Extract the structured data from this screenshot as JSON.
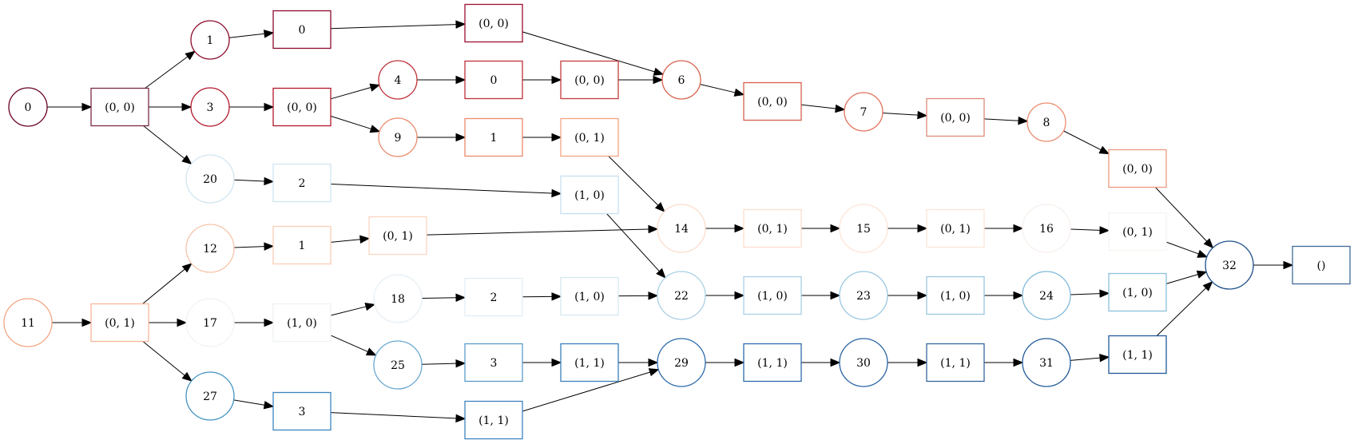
{
  "diagram": {
    "type": "directed-graph",
    "nodes": [
      {
        "id": "c0",
        "shape": "circle",
        "label": "0",
        "color": "#67001f"
      },
      {
        "id": "b0",
        "shape": "box",
        "label": "(0, 0)",
        "color": "#7b2a45"
      },
      {
        "id": "c1",
        "shape": "circle",
        "label": "1",
        "color": "#8b0a2b"
      },
      {
        "id": "c3",
        "shape": "circle",
        "label": "3",
        "color": "#b2182b"
      },
      {
        "id": "c20",
        "shape": "circle",
        "label": "20",
        "color": "#d1e5f0"
      },
      {
        "id": "bA0",
        "shape": "box",
        "label": "0",
        "color": "#8b0a2b"
      },
      {
        "id": "bA1",
        "shape": "box",
        "label": "(0, 0)",
        "color": "#b2182b"
      },
      {
        "id": "bA2",
        "shape": "box",
        "label": "2",
        "color": "#d1e5f0"
      },
      {
        "id": "bB0",
        "shape": "box",
        "label": "(0, 0)",
        "color": "#9e0f2f"
      },
      {
        "id": "c4",
        "shape": "circle",
        "label": "4",
        "color": "#c0313a"
      },
      {
        "id": "c9",
        "shape": "circle",
        "label": "9",
        "color": "#ea8a6c"
      },
      {
        "id": "bC0",
        "shape": "box",
        "label": "0",
        "color": "#c0313a"
      },
      {
        "id": "bC1",
        "shape": "box",
        "label": "1",
        "color": "#ea8a6c"
      },
      {
        "id": "bD0",
        "shape": "box",
        "label": "(0, 0)",
        "color": "#c43c3c"
      },
      {
        "id": "bD1",
        "shape": "box",
        "label": "(0, 1)",
        "color": "#f4a582"
      },
      {
        "id": "bD2",
        "shape": "box",
        "label": "(1, 0)",
        "color": "#c6e0ef"
      },
      {
        "id": "c6",
        "shape": "circle",
        "label": "6",
        "color": "#d6604d"
      },
      {
        "id": "bE0",
        "shape": "box",
        "label": "(0, 0)",
        "color": "#d6604d"
      },
      {
        "id": "c7",
        "shape": "circle",
        "label": "7",
        "color": "#e0705a"
      },
      {
        "id": "bF0",
        "shape": "box",
        "label": "(0, 0)",
        "color": "#e08a7a"
      },
      {
        "id": "c8",
        "shape": "circle",
        "label": "8",
        "color": "#ea8a6c"
      },
      {
        "id": "bG0",
        "shape": "box",
        "label": "(0, 0)",
        "color": "#ee9a80"
      },
      {
        "id": "c11",
        "shape": "circle",
        "label": "11",
        "color": "#f4a582"
      },
      {
        "id": "b01",
        "shape": "box",
        "label": "(0, 1)",
        "color": "#f7b799"
      },
      {
        "id": "c12",
        "shape": "circle",
        "label": "12",
        "color": "#f7c4a8"
      },
      {
        "id": "c17",
        "shape": "circle",
        "label": "17",
        "color": "#f2f2f2"
      },
      {
        "id": "c27",
        "shape": "circle",
        "label": "27",
        "color": "#4393c3"
      },
      {
        "id": "bH1",
        "shape": "box",
        "label": "1",
        "color": "#f9cdb4"
      },
      {
        "id": "bH10",
        "shape": "box",
        "label": "(1, 0)",
        "color": "#eef2f5"
      },
      {
        "id": "bH3",
        "shape": "box",
        "label": "3",
        "color": "#3d85c0"
      },
      {
        "id": "bI01",
        "shape": "box",
        "label": "(0, 1)",
        "color": "#fbd6c2"
      },
      {
        "id": "c18",
        "shape": "circle",
        "label": "18",
        "color": "#e6eff5"
      },
      {
        "id": "c25",
        "shape": "circle",
        "label": "25",
        "color": "#6aa8d0"
      },
      {
        "id": "bJ2",
        "shape": "box",
        "label": "2",
        "color": "#e2edf4"
      },
      {
        "id": "bJ3",
        "shape": "box",
        "label": "3",
        "color": "#5a9dca"
      },
      {
        "id": "bJ11",
        "shape": "box",
        "label": "(1, 1)",
        "color": "#3a7fbb"
      },
      {
        "id": "bK10",
        "shape": "box",
        "label": "(1, 0)",
        "color": "#d6e8f2"
      },
      {
        "id": "bK11",
        "shape": "box",
        "label": "(1, 1)",
        "color": "#3d84bf"
      },
      {
        "id": "c14",
        "shape": "circle",
        "label": "14",
        "color": "#fbdccb"
      },
      {
        "id": "c22",
        "shape": "circle",
        "label": "22",
        "color": "#a9d0e6"
      },
      {
        "id": "c29",
        "shape": "circle",
        "label": "29",
        "color": "#2d6bab"
      },
      {
        "id": "bL01",
        "shape": "box",
        "label": "(0, 1)",
        "color": "#fcdecd"
      },
      {
        "id": "bL10",
        "shape": "box",
        "label": "(1, 0)",
        "color": "#a9d0e6"
      },
      {
        "id": "bL11",
        "shape": "box",
        "label": "(1, 1)",
        "color": "#2d6bab"
      },
      {
        "id": "c15",
        "shape": "circle",
        "label": "15",
        "color": "#fce4d6"
      },
      {
        "id": "c23",
        "shape": "circle",
        "label": "23",
        "color": "#9ac7e0"
      },
      {
        "id": "c30",
        "shape": "circle",
        "label": "30",
        "color": "#2a64a3"
      },
      {
        "id": "bM01",
        "shape": "box",
        "label": "(0, 1)",
        "color": "#fde5d8"
      },
      {
        "id": "bM10",
        "shape": "box",
        "label": "(1, 0)",
        "color": "#9ac7e0"
      },
      {
        "id": "bM11",
        "shape": "box",
        "label": "(1, 1)",
        "color": "#3567a0"
      },
      {
        "id": "c16",
        "shape": "circle",
        "label": "16",
        "color": "#f7f0ec"
      },
      {
        "id": "c24",
        "shape": "circle",
        "label": "24",
        "color": "#7fb8da"
      },
      {
        "id": "c31",
        "shape": "circle",
        "label": "31",
        "color": "#215a98"
      },
      {
        "id": "bN01",
        "shape": "box",
        "label": "(0, 1)",
        "color": "#f7f3f0"
      },
      {
        "id": "bN10",
        "shape": "box",
        "label": "(1, 0)",
        "color": "#8cc0dd"
      },
      {
        "id": "bN11",
        "shape": "box",
        "label": "(1, 1)",
        "color": "#215a98"
      },
      {
        "id": "c32",
        "shape": "circle",
        "label": "32",
        "color": "#1d4e89"
      },
      {
        "id": "bEnd",
        "shape": "box",
        "label": "()",
        "color": "#3f6a99"
      }
    ],
    "edges": [
      [
        "c0",
        "b0"
      ],
      [
        "b0",
        "c1"
      ],
      [
        "b0",
        "c3"
      ],
      [
        "b0",
        "c20"
      ],
      [
        "c1",
        "bA0"
      ],
      [
        "c3",
        "bA1"
      ],
      [
        "c20",
        "bA2"
      ],
      [
        "bA0",
        "bB0"
      ],
      [
        "bA1",
        "c4"
      ],
      [
        "bA1",
        "c9"
      ],
      [
        "bA2",
        "bD2"
      ],
      [
        "c4",
        "bC0"
      ],
      [
        "c9",
        "bC1"
      ],
      [
        "bC0",
        "bD0"
      ],
      [
        "bC1",
        "bD1"
      ],
      [
        "bB0",
        "c6"
      ],
      [
        "bD0",
        "c6"
      ],
      [
        "bD1",
        "c14"
      ],
      [
        "bD2",
        "c22"
      ],
      [
        "c6",
        "bE0"
      ],
      [
        "bE0",
        "c7"
      ],
      [
        "c7",
        "bF0"
      ],
      [
        "bF0",
        "c8"
      ],
      [
        "c8",
        "bG0"
      ],
      [
        "bG0",
        "c32"
      ],
      [
        "c11",
        "b01"
      ],
      [
        "b01",
        "c12"
      ],
      [
        "b01",
        "c17"
      ],
      [
        "b01",
        "c27"
      ],
      [
        "c12",
        "bH1"
      ],
      [
        "c17",
        "bH10"
      ],
      [
        "c27",
        "bH3"
      ],
      [
        "bH1",
        "bI01"
      ],
      [
        "bI01",
        "c14"
      ],
      [
        "bH10",
        "c18"
      ],
      [
        "bH10",
        "c25"
      ],
      [
        "bH3",
        "bK11"
      ],
      [
        "c18",
        "bJ2"
      ],
      [
        "c25",
        "bJ3"
      ],
      [
        "bJ2",
        "bK10"
      ],
      [
        "bJ3",
        "bJ11"
      ],
      [
        "bK10",
        "c22"
      ],
      [
        "bJ11",
        "c29"
      ],
      [
        "bK11",
        "c29"
      ],
      [
        "c14",
        "bL01"
      ],
      [
        "c22",
        "bL10"
      ],
      [
        "c29",
        "bL11"
      ],
      [
        "bL01",
        "c15"
      ],
      [
        "bL10",
        "c23"
      ],
      [
        "bL11",
        "c30"
      ],
      [
        "c15",
        "bM01"
      ],
      [
        "c23",
        "bM10"
      ],
      [
        "c30",
        "bM11"
      ],
      [
        "bM01",
        "c16"
      ],
      [
        "bM10",
        "c24"
      ],
      [
        "bM11",
        "c31"
      ],
      [
        "c16",
        "bN01"
      ],
      [
        "c24",
        "bN10"
      ],
      [
        "c31",
        "bN11"
      ],
      [
        "bN01",
        "c32"
      ],
      [
        "bN10",
        "c32"
      ],
      [
        "bN11",
        "c32"
      ],
      [
        "c32",
        "bEnd"
      ]
    ]
  }
}
